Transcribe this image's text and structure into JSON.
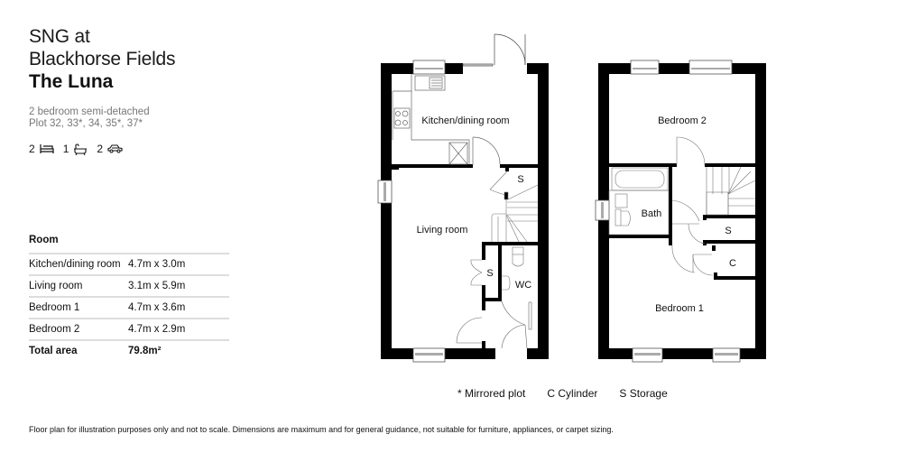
{
  "header": {
    "development_line1": "SNG at",
    "development_line2": "Blackhorse Fields",
    "house_name": "The Luna",
    "house_type": "2 bedroom semi-detached",
    "plots": "Plot 32, 33*, 34, 35*, 37*"
  },
  "features": [
    {
      "count": "2",
      "icon": "bed-icon"
    },
    {
      "count": "1",
      "icon": "bath-icon"
    },
    {
      "count": "2",
      "icon": "car-icon"
    }
  ],
  "room_table": {
    "header": "Room",
    "rows": [
      {
        "room": "Kitchen/dining room",
        "dims": "4.7m x 3.0m"
      },
      {
        "room": "Living room",
        "dims": "3.1m x 5.9m"
      },
      {
        "room": "Bedroom 1",
        "dims": "4.7m x 3.6m"
      },
      {
        "room": "Bedroom 2",
        "dims": "4.7m x 2.9m"
      }
    ],
    "total_label": "Total area",
    "total_value": "79.8m²"
  },
  "ground_floor": {
    "labels": {
      "kitchen": "Kitchen/dining room",
      "living": "Living room",
      "storage_stairs": "S",
      "storage_hall": "S",
      "wc": "WC"
    }
  },
  "first_floor": {
    "labels": {
      "bedroom2": "Bedroom 2",
      "bath": "Bath",
      "storage": "S",
      "cylinder": "C",
      "bedroom1": "Bedroom 1"
    }
  },
  "legend": {
    "mirrored": "* Mirrored plot",
    "cylinder": "C  Cylinder",
    "storage": "S  Storage"
  },
  "disclaimer": "Floor plan for illustration purposes only and not to scale. Dimensions are maximum and for general guidance, not suitable for furniture, appliances, or carpet sizing."
}
